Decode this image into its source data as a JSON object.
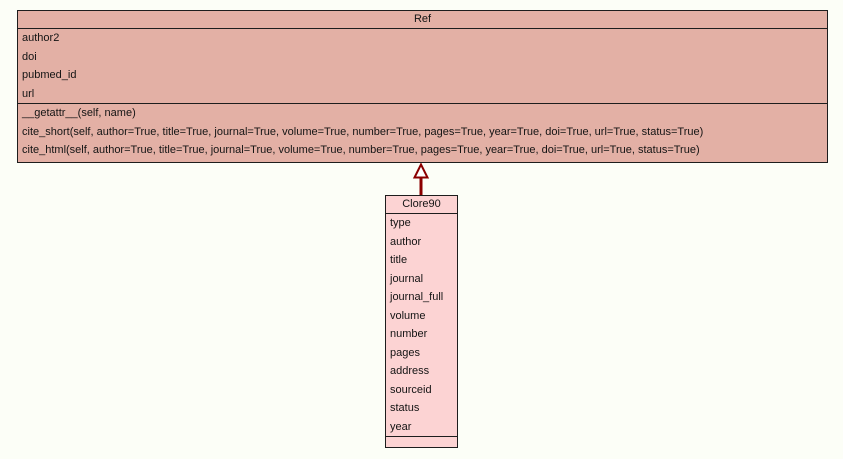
{
  "diagram": {
    "background_color": "#fcfef7",
    "classes": [
      {
        "name": "Ref",
        "fill_color": "#e3b0a5",
        "border_color": "#1d1d1d",
        "attributes": [
          "author2",
          "doi",
          "pubmed_id",
          "url"
        ],
        "methods": [
          "__getattr__(self, name)",
          "cite_short(self, author=True, title=True, journal=True, volume=True, number=True, pages=True, year=True, doi=True, url=True, status=True)",
          "cite_html(self, author=True, title=True, journal=True, volume=True, number=True, pages=True, year=True, doi=True, url=True, status=True)"
        ]
      },
      {
        "name": "Clore90",
        "fill_color": "#fcd3d3",
        "border_color": "#1d1d1d",
        "attributes": [
          "type",
          "author",
          "title",
          "journal",
          "journal_full",
          "volume",
          "number",
          "pages",
          "address",
          "sourceid",
          "status",
          "year"
        ],
        "methods": []
      }
    ],
    "relations": [
      {
        "type": "inheritance",
        "from": "Clore90",
        "to": "Ref",
        "line_color": "#8b0000",
        "arrowhead_fill": "#ffffff"
      }
    ]
  }
}
